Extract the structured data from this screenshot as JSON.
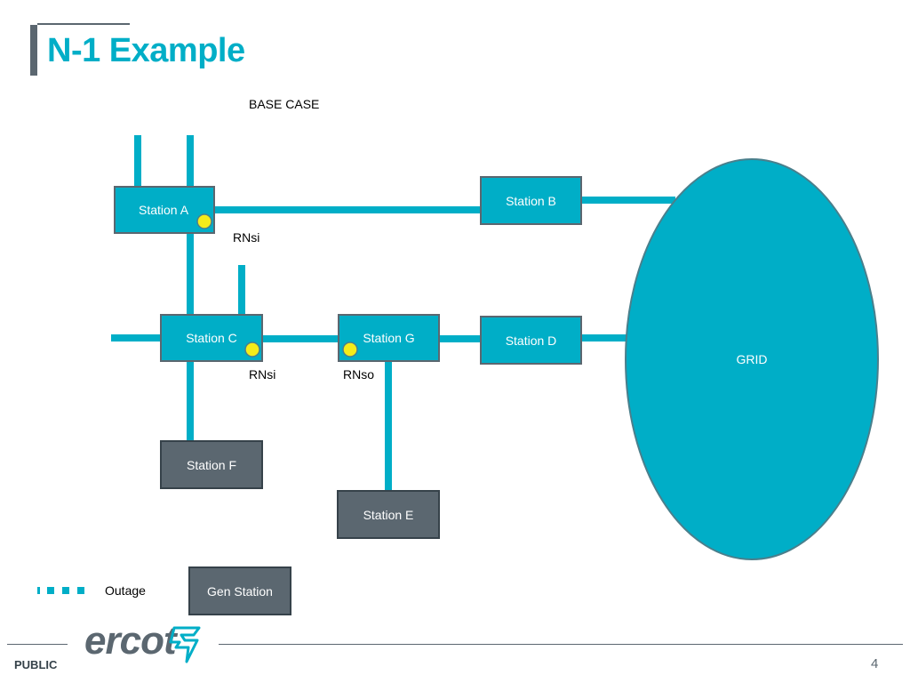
{
  "title": "N-1 Example",
  "caption": "BASE CASE",
  "stations": {
    "a": "Station A",
    "b": "Station B",
    "c": "Station C",
    "d": "Station D",
    "e": "Station E",
    "f": "Station F",
    "g": "Station G"
  },
  "grid_label": "GRID",
  "node_labels": {
    "rnsi_a": "RNsi",
    "rnsi_c": "RNsi",
    "rnso_g": "RNso"
  },
  "legend": {
    "outage_label": "Outage",
    "gen_station_label": "Gen Station"
  },
  "footer": {
    "logo_text": "ercot",
    "classification": "PUBLIC",
    "page_number": "4"
  },
  "colors": {
    "line": "#00aec7",
    "station_fill": "#00aec7",
    "gen_fill": "#5b6770",
    "node_dot": "#f3ec1a",
    "title": "#00aec7"
  },
  "icons": {
    "logo": "ercot-bolt-icon"
  }
}
